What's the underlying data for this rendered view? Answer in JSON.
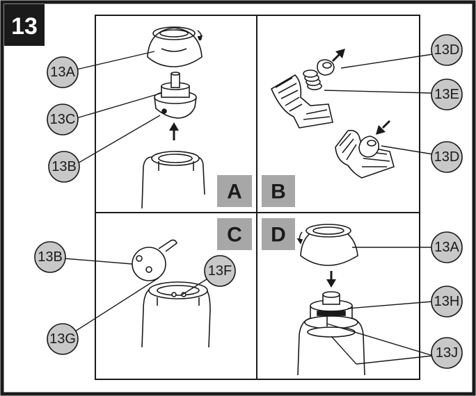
{
  "step_number": "13",
  "panels": [
    {
      "letter": "A"
    },
    {
      "letter": "B"
    },
    {
      "letter": "C"
    },
    {
      "letter": "D"
    }
  ],
  "callouts": {
    "a_13A": "13A",
    "a_13C": "13C",
    "a_13B": "13B",
    "b_13D_top": "13D",
    "b_13E": "13E",
    "b_13D_bottom": "13D",
    "c_13B": "13B",
    "c_13F": "13F",
    "c_13G": "13G",
    "d_13A": "13A",
    "d_13H": "13H",
    "d_13J": "13J"
  },
  "colors": {
    "frame": "#1a1a1a",
    "callout_fill": "#c8c8c8",
    "letter_box_fill": "#a7a7a7",
    "step_box_fill": "#1a1a1a"
  }
}
